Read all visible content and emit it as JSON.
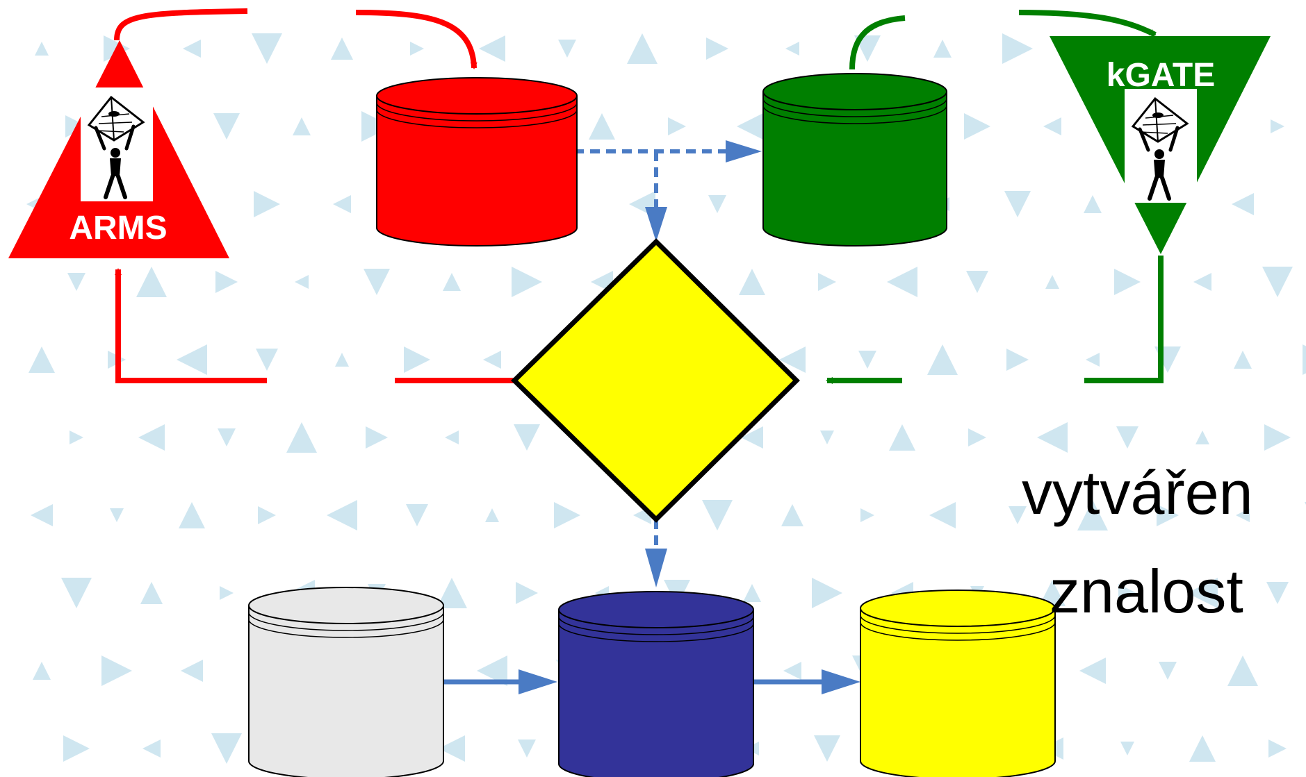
{
  "labels": {
    "arms": "ARMS",
    "kgate": "kGATE",
    "caption_line1": "vytvářen",
    "caption_line2": "znalost"
  },
  "colors": {
    "red": "#ff0000",
    "green": "#007f00",
    "yellow": "#ffff00",
    "navy": "#333399",
    "light_gray": "#e8e8e8",
    "arrow_blue": "#4a7bc4",
    "pattern": "#cfe6f0"
  },
  "icons": {
    "arms_figure": "pyramid-atlas-figure-icon",
    "kgate_figure": "pyramid-atlas-figure-icon"
  }
}
